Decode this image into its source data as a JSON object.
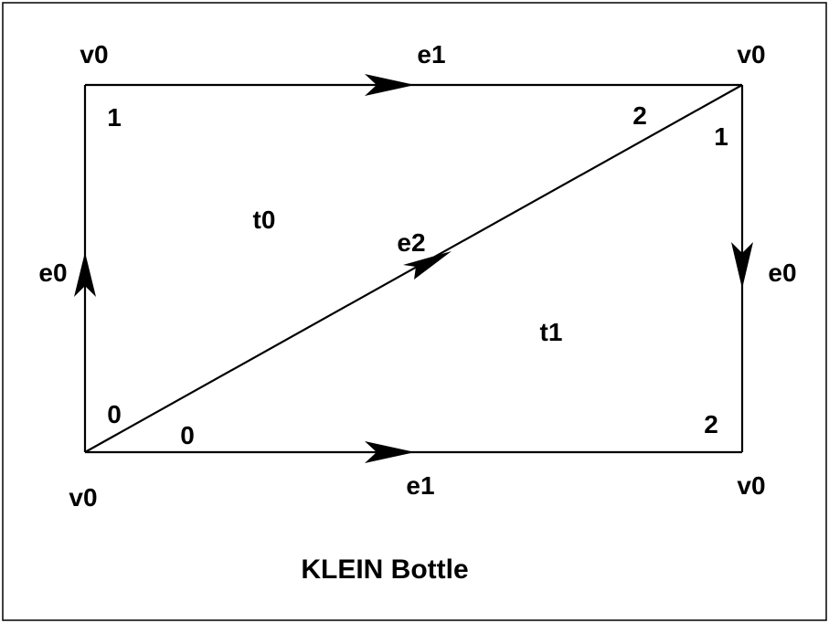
{
  "diagram": {
    "title": "KLEIN Bottle",
    "vertices": {
      "top_left": "v0",
      "top_right": "v0",
      "bottom_left": "v0",
      "bottom_right": "v0"
    },
    "edges": {
      "top": "e1",
      "bottom": "e1",
      "left": "e0",
      "right": "e0",
      "diagonal": "e2"
    },
    "triangles": {
      "upper": "t0",
      "lower": "t1"
    },
    "corner_indices": {
      "t0_top_left": "1",
      "t0_top_right": "2",
      "t0_bottom_left": "0",
      "t1_top_right": "1",
      "t1_bottom_right": "2",
      "t1_bottom_left": "0"
    },
    "colors": {
      "stroke": "#000000",
      "background": "#ffffff"
    }
  }
}
